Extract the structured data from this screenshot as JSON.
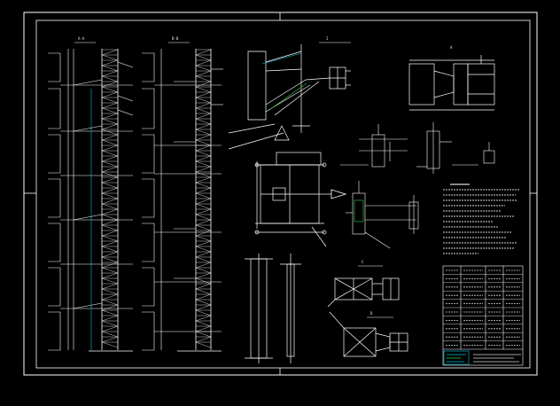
{
  "colors": {
    "background": "#000000",
    "line": "#ffffff",
    "accent_cyan": "#00c8e0",
    "accent_green": "#30d040",
    "accent_yellow": "#e8e000",
    "accent_red": "#ff3030"
  },
  "labels": {
    "tower_left": "A-A",
    "tower_right": "B-B",
    "detail_top": "I",
    "detail_top_right": "A",
    "notes_title": "",
    "detail_mid": "C",
    "detail_lower": "D"
  },
  "title_block": {
    "rows": 10,
    "cols": 4
  }
}
